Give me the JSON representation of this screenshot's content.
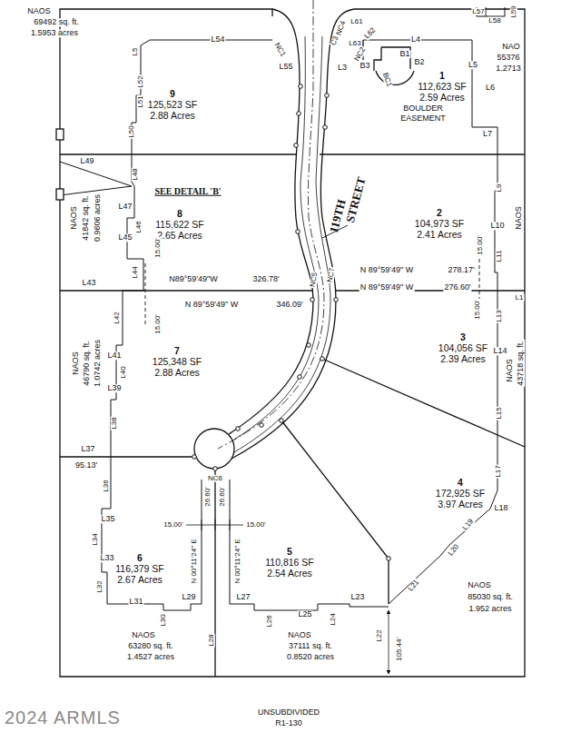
{
  "diagram": {
    "nodes": [
      {
        "text": [
          "9",
          "125,523 SF",
          "2.88 Acres"
        ]
      },
      {
        "text": [
          "1",
          "112,623 SF",
          "2.59 Acres"
        ]
      },
      {
        "text": [
          "8",
          "115,622 SF",
          "2.65 Acres"
        ]
      },
      {
        "text": [
          "2",
          "104,973 SF",
          "2.41 Acres"
        ]
      },
      {
        "text": [
          "7",
          "125,348 SF",
          "2.88 Acres"
        ]
      },
      {
        "text": [
          "3",
          "104,056 SF",
          "2.39 Acres"
        ]
      },
      {
        "text": [
          "4",
          "172,925 SF",
          "3.97 Acres"
        ]
      },
      {
        "text": [
          "6",
          "116,379 SF",
          "2.67 Acres"
        ]
      },
      {
        "text": [
          "5",
          "110,816 SF",
          "2.54 Acres"
        ]
      }
    ],
    "labels": [
      "NAOS",
      "69492 sq. ft.",
      "1.5953 acres",
      "L57",
      "L58",
      "L59",
      "NAO",
      "55376",
      "1.2713",
      "L54",
      "L5",
      "NC1",
      "L55",
      "C3",
      "NC4",
      "L61",
      "L62",
      "L63",
      "NC2",
      "L3",
      "B3",
      "B1",
      "B2",
      "BC1",
      "L4",
      "L5",
      "L6",
      "L7",
      "BOULDER",
      "EASEMENT",
      "L52",
      "L51",
      "L50",
      "L49",
      "L48",
      "SEE DETAIL 'B'",
      "L47",
      "L46",
      "L45",
      "L44",
      "L43",
      "NAOS",
      "41842 sq. ft.",
      "0.9606 acres",
      "15.00'",
      "N89°59'49\"W",
      "326.78'",
      "N 89°59'49\" W",
      "346.09'",
      "15.00'",
      "119TH",
      "STREET",
      "L9",
      "NAOS",
      "L10",
      "15.00'",
      "L11",
      "N 89°59'49\" W",
      "278.17'",
      "N 89°59'49\" W",
      "276.60'",
      "L1",
      "NC5",
      "NC7",
      "15.00'",
      "L13",
      "L14",
      "NAOS",
      "43718 sq. ft.",
      "L15",
      "L17",
      "L18",
      "L19",
      "L20",
      "L21",
      "NAOS",
      "85030 sq. ft.",
      "1.952 acres",
      "L42",
      "L41",
      "L40",
      "L39",
      "L38",
      "L37",
      "NAOS",
      "46790 sq. ft.",
      "1.0742 acres",
      "95.13'",
      "L36",
      "L35",
      "L34",
      "L33",
      "L32",
      "L31",
      "L30",
      "L29",
      "NAOS",
      "63280 sq. ft.",
      "1.4527 acres",
      "L28",
      "NC6",
      "26.60'",
      "26.60'",
      "15.00'",
      "15.00'",
      "N 00°11'24\" E",
      "N 00°11'24\" E",
      "L27",
      "L26",
      "L25",
      "L24",
      "L23",
      "L22",
      "105.44'",
      "NAOS",
      "37111 sq. ft.",
      "0.8520 acres",
      "UNSUBDIVIDED",
      "R1-130",
      "2024 ARMLS"
    ]
  }
}
